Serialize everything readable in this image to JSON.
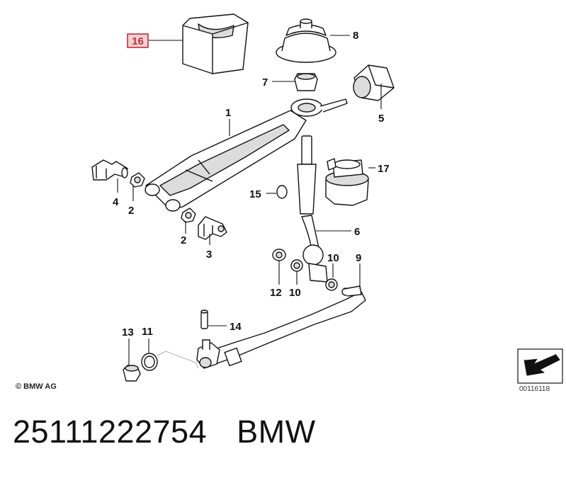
{
  "diagram": {
    "highlighted_callout": "16",
    "callouts": [
      "1",
      "2",
      "2",
      "3",
      "4",
      "5",
      "6",
      "7",
      "8",
      "9",
      "10",
      "10",
      "11",
      "12",
      "13",
      "14",
      "15",
      "16",
      "17"
    ],
    "copyright": "© BMW AG",
    "diagram_number": "00116118"
  },
  "footer": {
    "part_number": "25111222754",
    "brand": "BMW"
  },
  "colors": {
    "line": "#111111",
    "highlight": "#c0323a",
    "highlight_fill": "#f2d0d3",
    "part_fill": "#ffffff",
    "shade": "#dcdcdc"
  }
}
